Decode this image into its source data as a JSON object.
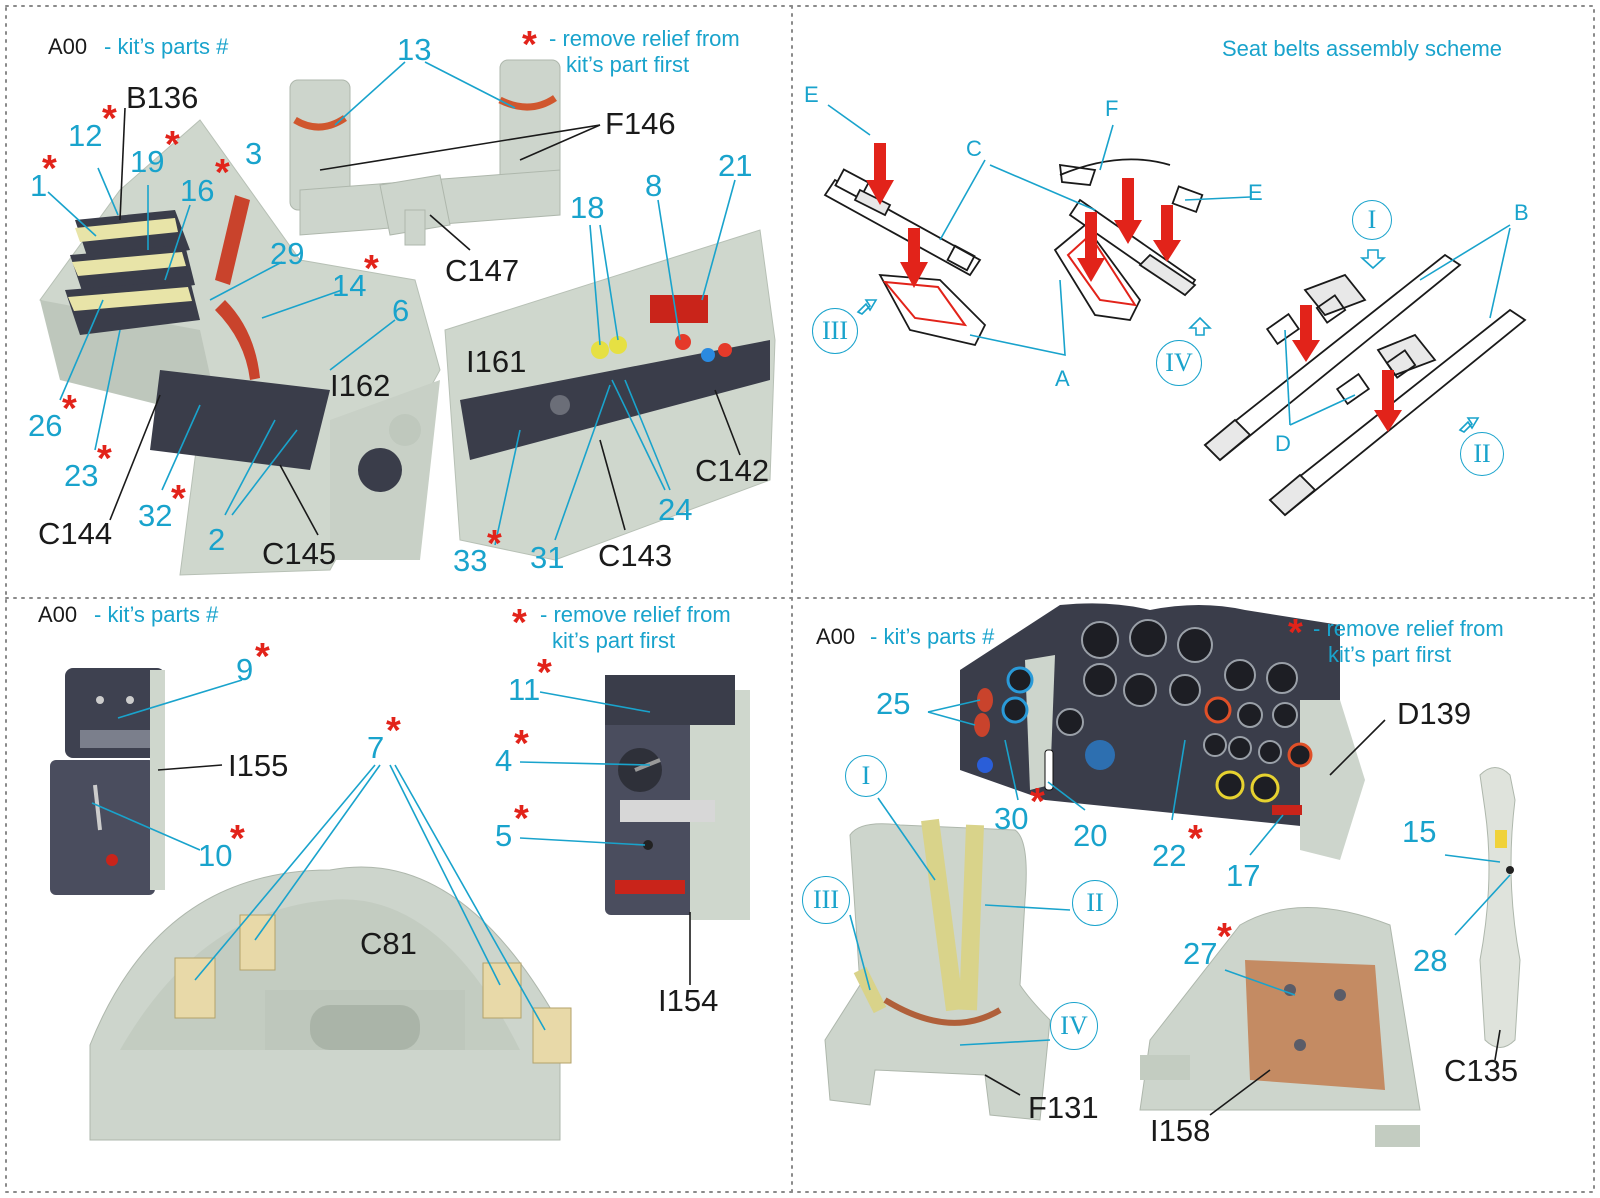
{
  "panel_tl": {
    "kit_code": "A00",
    "kit_text": "- kit’s parts #",
    "relief_star": "*",
    "relief_line1": "- remove relief from",
    "relief_line2": "kit’s part first",
    "labels": [
      "B136",
      "F146",
      "C147",
      "C144",
      "C145",
      "I161",
      "I162",
      "C143",
      "C142"
    ],
    "numbers": [
      "13",
      "12",
      "19",
      "1",
      "16",
      "3",
      "29",
      "14",
      "6",
      "26",
      "23",
      "32",
      "2",
      "21",
      "8",
      "18",
      "33",
      "31",
      "24"
    ]
  },
  "panel_tr": {
    "title": "Seat belts assembly scheme",
    "letters": [
      "E",
      "F",
      "C",
      "E",
      "B",
      "A",
      "D"
    ],
    "romans": [
      "I",
      "II",
      "III",
      "IV"
    ]
  },
  "panel_bl": {
    "kit_code": "A00",
    "kit_text": "- kit’s parts #",
    "relief_line1": "- remove relief from",
    "relief_line2": "kit’s part first",
    "labels": [
      "I155",
      "C81",
      "I154"
    ],
    "numbers": [
      "9",
      "10",
      "7",
      "11",
      "4",
      "5"
    ]
  },
  "panel_br": {
    "kit_code": "A00",
    "kit_text": "- kit’s parts #",
    "relief_line1": "- remove relief from",
    "relief_line2": "kit’s part first",
    "labels": [
      "D139",
      "F131",
      "I158",
      "C135"
    ],
    "numbers": [
      "25",
      "30",
      "20",
      "22",
      "17",
      "15",
      "27",
      "28"
    ],
    "romans": [
      "I",
      "II",
      "III",
      "IV"
    ]
  },
  "colors": {
    "accent_cyan": "#19a3cc",
    "star_red": "#e2231a",
    "resin_grey": "#cdd5cc",
    "panel_dark": "#3a3d4a"
  }
}
